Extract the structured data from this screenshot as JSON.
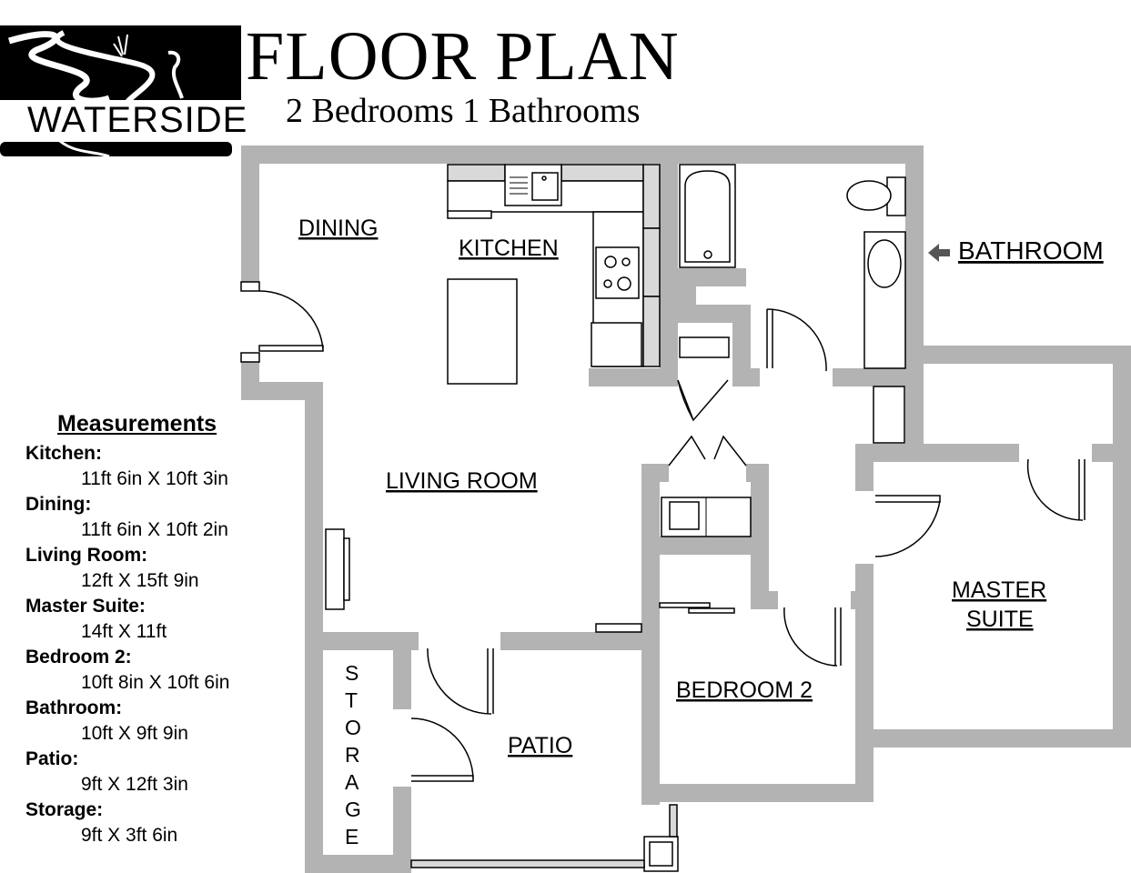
{
  "logo": {
    "text": "WATERSIDE"
  },
  "header": {
    "title": "FLOOR PLAN",
    "subtitle": "2 Bedrooms 1 Bathrooms"
  },
  "rooms": {
    "dining": "DINING",
    "kitchen": "KITCHEN",
    "bathroom": "BATHROOM",
    "living_room": "LIVING ROOM",
    "master_suite_1": "MASTER",
    "master_suite_2": "SUITE",
    "bedroom2": "BEDROOM 2",
    "patio": "PATIO",
    "storage_letters": [
      "S",
      "T",
      "O",
      "R",
      "A",
      "G",
      "E"
    ]
  },
  "measurements": {
    "heading": "Measurements",
    "items": [
      {
        "room": "Kitchen:",
        "size": "11ft 6in X 10ft 3in"
      },
      {
        "room": "Dining:",
        "size": "11ft 6in X 10ft 2in"
      },
      {
        "room": "Living Room:",
        "size": "12ft X 15ft 9in"
      },
      {
        "room": "Master Suite:",
        "size": "14ft X 11ft"
      },
      {
        "room": "Bedroom 2:",
        "size": "10ft 8in X 10ft 6in"
      },
      {
        "room": "Bathroom:",
        "size": "10ft X 9ft 9in"
      },
      {
        "room": "Patio:",
        "size": "9ft X 12ft 3in"
      },
      {
        "room": "Storage:",
        "size": "9ft X 3ft 6in"
      }
    ]
  }
}
